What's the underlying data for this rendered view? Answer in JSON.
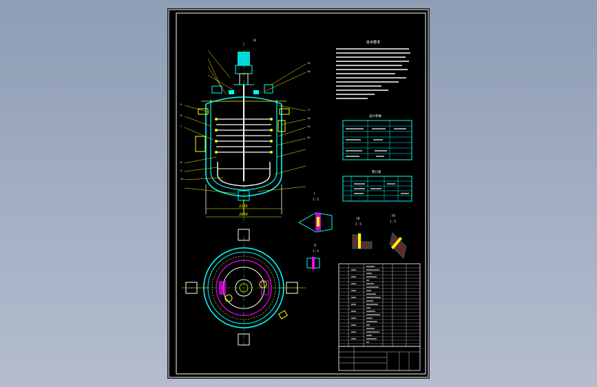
{
  "drawing": {
    "tech_title": "技术要求",
    "table1_title": "设计参数",
    "table2_title": "管口表",
    "section_I": "I",
    "section_I_scale": "1 : 5",
    "section_II": "II",
    "section_II_scale": "1 : 5",
    "section_III": "III",
    "section_III_scale": "1 : 5",
    "section_IV": "IV",
    "section_IV_scale": "1 : 5",
    "dim_bottom_1": "2200",
    "dim_bottom_2": "2600",
    "top_label": "14"
  },
  "colors": {
    "background": "#000000",
    "outline": "#ffffff",
    "vessel": "#00ffff",
    "annotation": "#ffff00",
    "agitator": "#ffffff",
    "accent_magenta": "#ff00ff",
    "center_green": "#00ff00"
  }
}
